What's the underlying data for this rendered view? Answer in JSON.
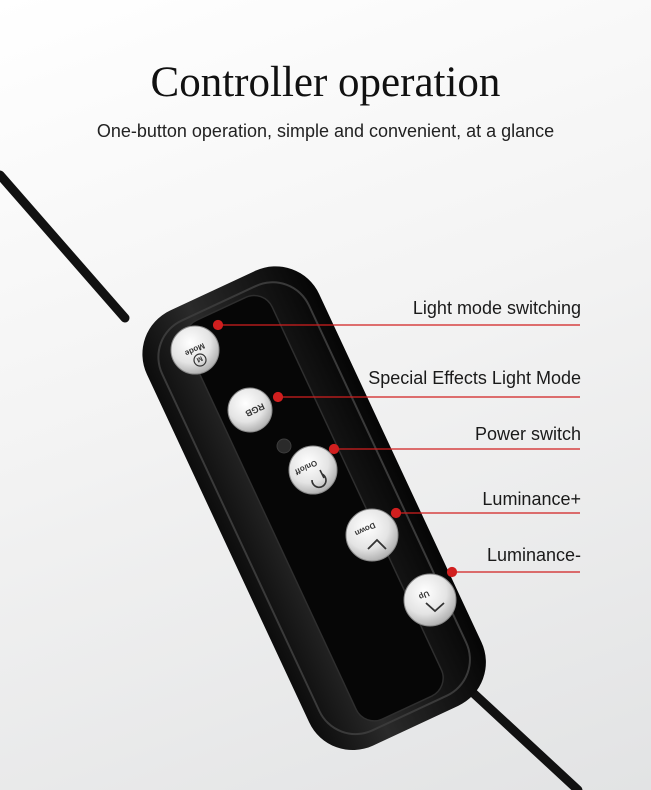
{
  "header": {
    "title": "Controller operation",
    "subtitle": "One-button operation, simple and convenient, at a glance"
  },
  "callouts": [
    {
      "label": "Light mode switching"
    },
    {
      "label": "Special Effects Light Mode"
    },
    {
      "label": "Power switch"
    },
    {
      "label": "Luminance+"
    },
    {
      "label": "Luminance-"
    }
  ],
  "buttons": [
    {
      "icon": "mode-icon",
      "text": "Mode",
      "badge": "M"
    },
    {
      "icon": "rgb-icon",
      "text": "RGB"
    },
    {
      "icon": "power-icon",
      "text": "On/off"
    },
    {
      "icon": "chevron-down-icon",
      "text": "Down"
    },
    {
      "icon": "chevron-up-icon",
      "text": "Up"
    }
  ],
  "colors": {
    "accent_line": "#d11f1f",
    "controller_body": "#1b1b1b",
    "button_face": "#e9e9e9"
  }
}
